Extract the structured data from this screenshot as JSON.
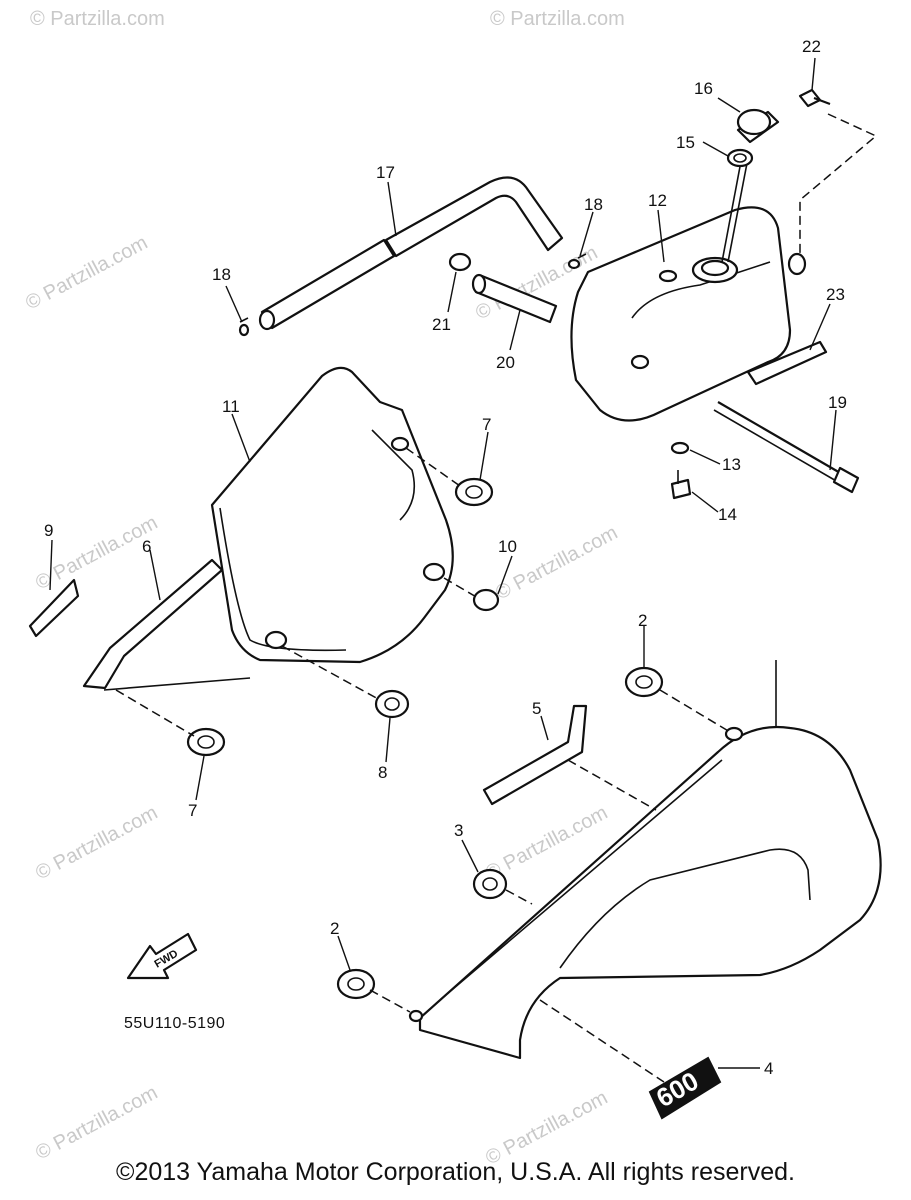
{
  "watermark": "© Partzilla.com",
  "diagram_code": "55U110-5190",
  "fwd_label": "FWD",
  "emblem_text": "600",
  "copyright": "©2013 Yamaha Motor Corporation, U.S.A. All rights reserved.",
  "callouts": {
    "c2a": "2",
    "c2b": "2",
    "c3": "3",
    "c4": "4",
    "c5": "5",
    "c6": "6",
    "c7a": "7",
    "c7b": "7",
    "c8": "8",
    "c9": "9",
    "c10": "10",
    "c11": "11",
    "c12": "12",
    "c13": "13",
    "c14": "14",
    "c15": "15",
    "c16": "16",
    "c17": "17",
    "c18a": "18",
    "c18b": "18",
    "c19": "19",
    "c20": "20",
    "c21": "21",
    "c22": "22",
    "c23": "23"
  }
}
